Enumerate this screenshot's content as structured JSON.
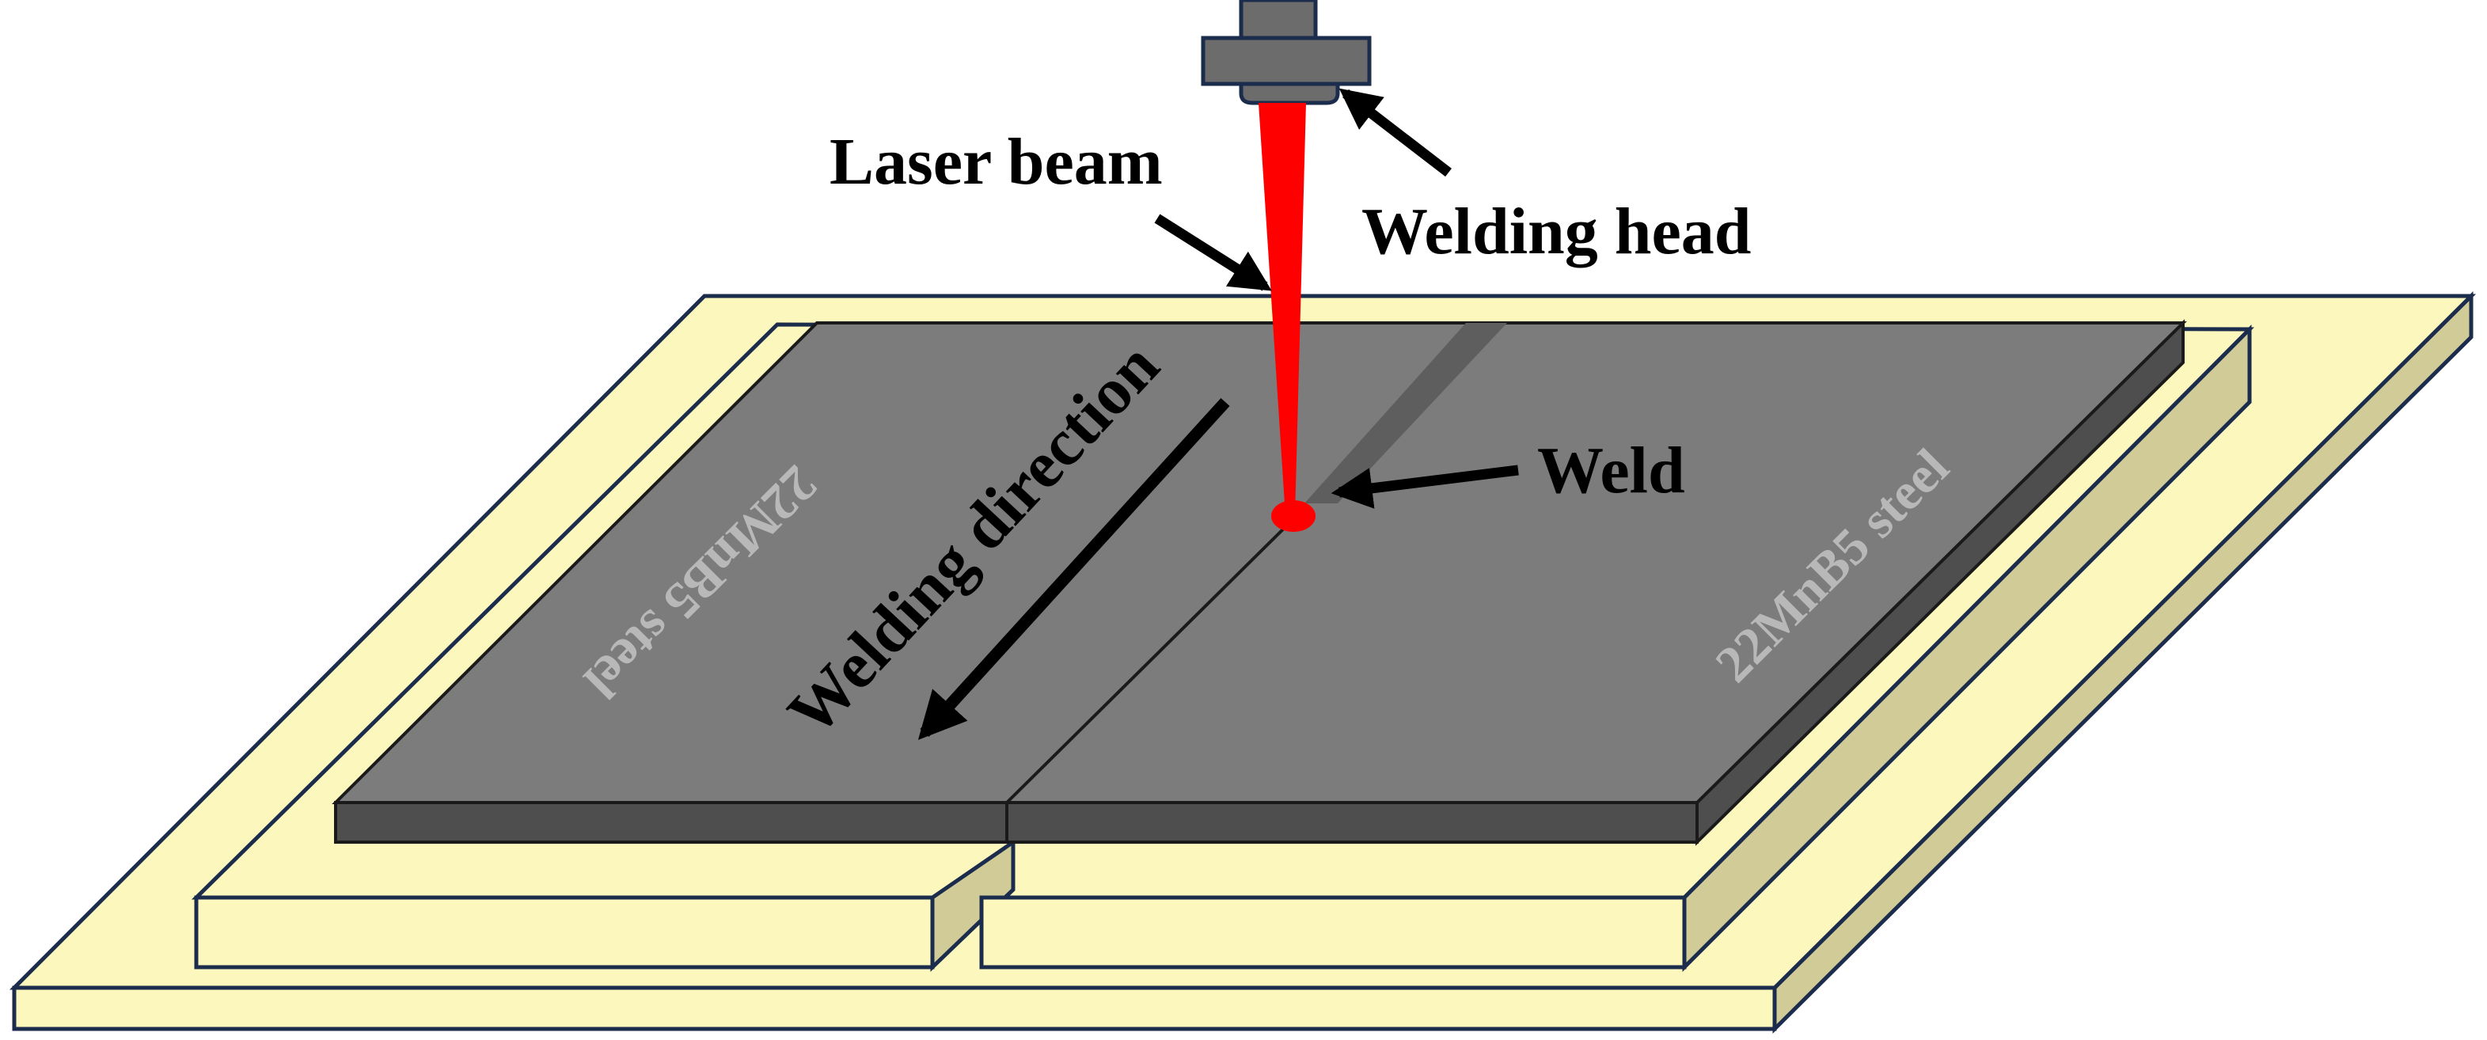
{
  "labels": {
    "laser_beam": "Laser beam",
    "welding_head": "Welding head",
    "weld": "Weld",
    "welding_direction": "Welding direction",
    "left_plate_material": "22MnB5  steel",
    "right_plate_material": "22MnB5  steel"
  },
  "colors": {
    "base_plate": "#fcf7bd",
    "base_plate_side": "#d1cb98",
    "outline": "#1c2c4c",
    "steel_top": "#7c7c7c",
    "steel_edge": "#4e4e4e",
    "weld_seam": "#5e5e5e",
    "laser": "#ff0000",
    "head": "#6c6c6c",
    "steel_text": "#b8b8b8",
    "text": "#000000"
  }
}
